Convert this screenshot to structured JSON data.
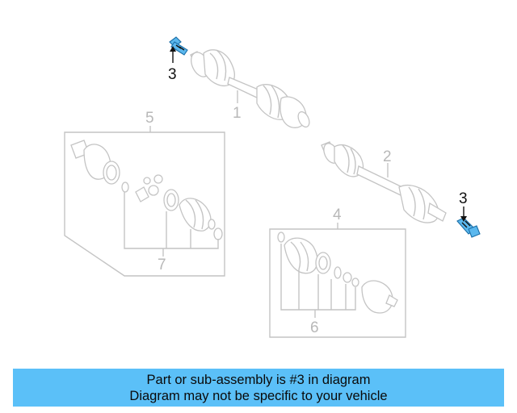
{
  "diagram": {
    "callouts": {
      "axle_left": "1",
      "axle_right": "2",
      "bolt_top": "3",
      "bolt_right": "3",
      "boot_kit_right": "4",
      "boot_kit_left": "5",
      "kit_parts_right": "6",
      "kit_parts_left": "7"
    },
    "highlight_color": "#5bb8ee"
  },
  "banner": {
    "line1": "Part or sub-assembly is #3 in diagram",
    "line2": "Diagram may not be specific to your vehicle",
    "background": "#5bc0f8"
  }
}
